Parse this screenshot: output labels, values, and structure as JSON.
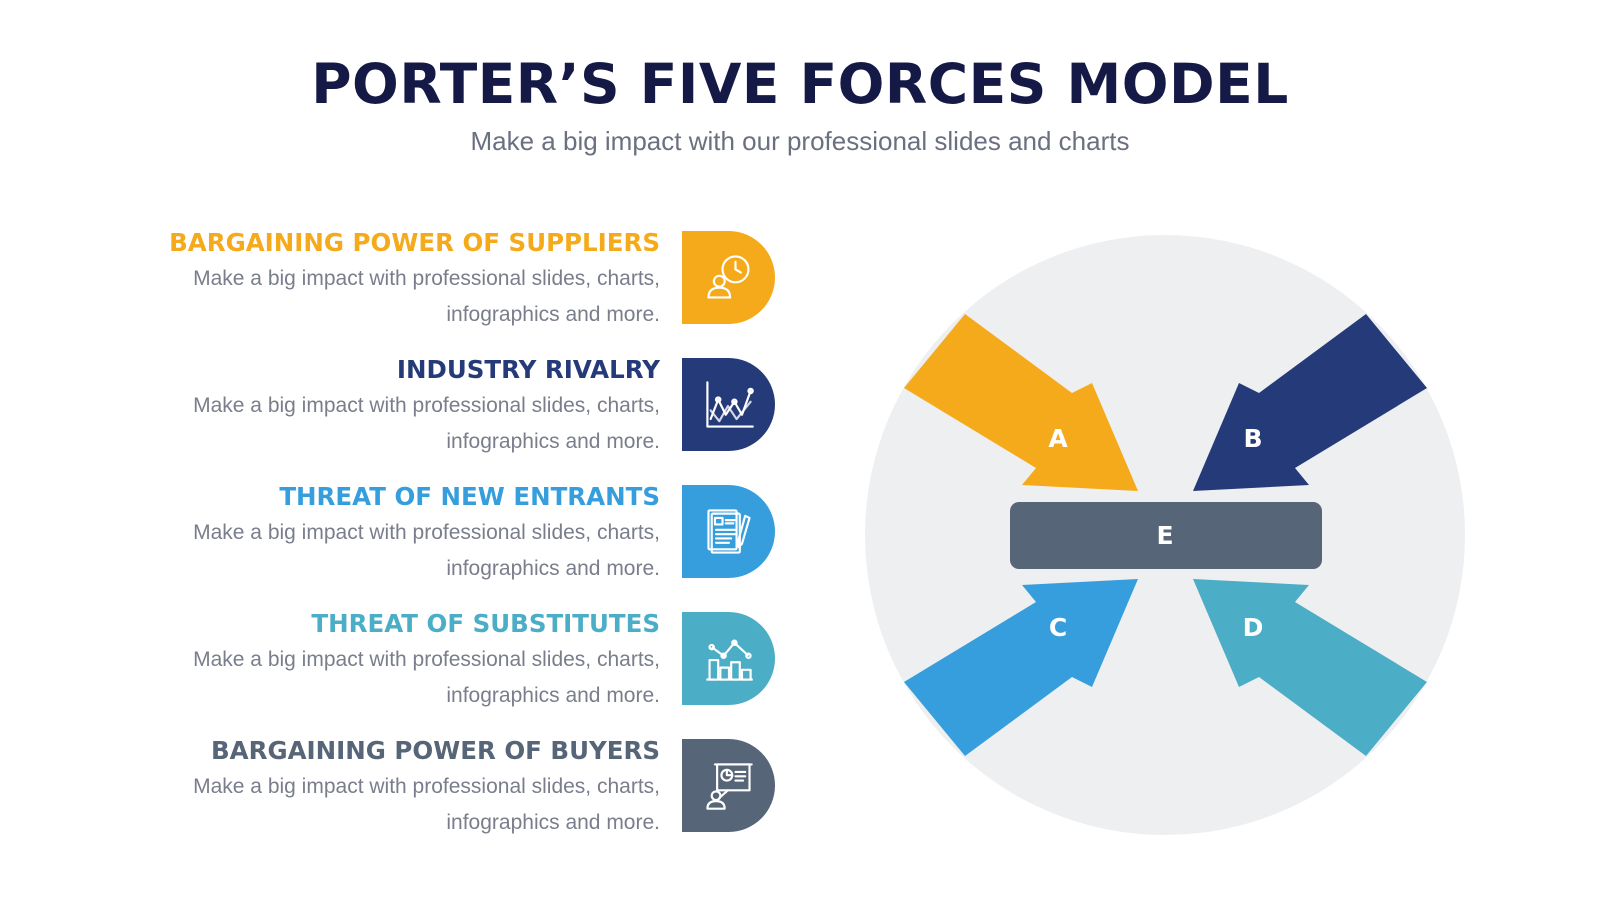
{
  "header": {
    "title": "PORTER’S FIVE FORCES MODEL",
    "subtitle": "Make a big impact with our professional slides and charts"
  },
  "forces": [
    {
      "title": "BARGAINING POWER OF SUPPLIERS",
      "description": "Make a big impact with professional slides, charts, infographics and more.",
      "color": "#f5aa1b",
      "icon": "supplier-clock-person-icon"
    },
    {
      "title": "INDUSTRY RIVALRY",
      "description": "Make a big impact with professional slides, charts, infographics and more.",
      "color": "#253a79",
      "icon": "line-graph-icon"
    },
    {
      "title": "THREAT OF NEW ENTRANTS",
      "description": "Make a big impact with professional slides, charts, infographics and more.",
      "color": "#369edc",
      "icon": "document-pen-icon"
    },
    {
      "title": "THREAT OF SUBSTITUTES",
      "description": "Make a big impact with professional slides, charts, infographics and more.",
      "color": "#4badc6",
      "icon": "bar-chart-icon"
    },
    {
      "title": "BARGAINING POWER OF BUYERS",
      "description": "Make a big impact with professional slides, charts, infographics and more.",
      "color": "#566577",
      "icon": "presentation-board-icon"
    }
  ],
  "diagram": {
    "circle_color": "#eeeff1",
    "center_color": "#566577",
    "labels": {
      "a": "A",
      "b": "B",
      "c": "C",
      "d": "D",
      "e": "E"
    }
  }
}
